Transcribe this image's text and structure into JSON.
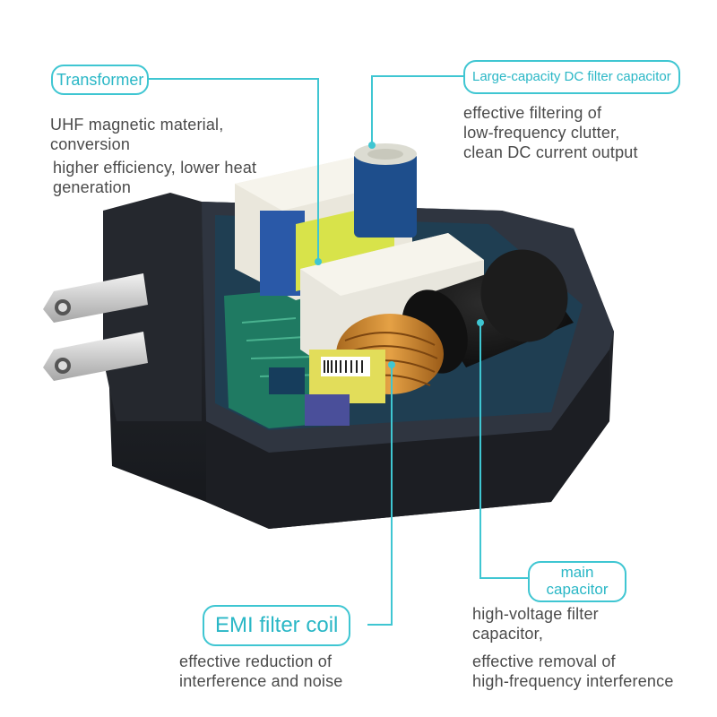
{
  "accent_color": "#3fc6d2",
  "callouts": {
    "transformer": {
      "title": "Transformer",
      "lines_a": [
        "UHF magnetic material,",
        "conversion"
      ],
      "lines_b": [
        "higher efficiency, lower heat",
        "generation"
      ]
    },
    "dc_capacitor": {
      "title": "Large-capacity DC filter capacitor",
      "lines": [
        "effective filtering of",
        "low-frequency clutter,",
        "clean DC current output"
      ]
    },
    "emi_coil": {
      "title": "EMI filter coil",
      "lines": [
        "effective reduction of",
        "interference and noise"
      ]
    },
    "main_capacitor": {
      "title_line1": "main",
      "title_line2": "capacitor",
      "lines_a": [
        "high-voltage filter",
        "capacitor,"
      ],
      "lines_b": [
        "effective removal of",
        "high-frequency interference"
      ]
    }
  }
}
